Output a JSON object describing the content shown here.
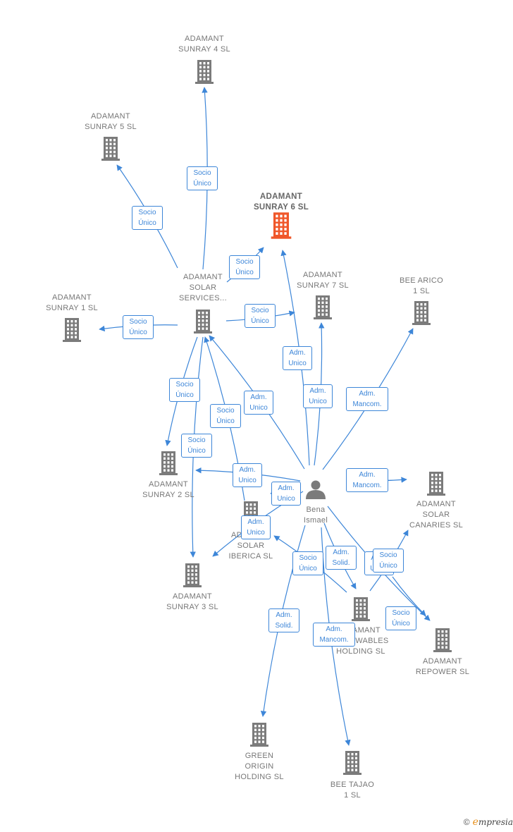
{
  "nodes": [
    {
      "id": "sunray6",
      "label": "ADAMANT\nSUNRAY 6  SL",
      "type": "company",
      "main": true
    },
    {
      "id": "sunray4",
      "label": "ADAMANT\nSUNRAY 4  SL",
      "type": "company"
    },
    {
      "id": "sunray5",
      "label": "ADAMANT\nSUNRAY 5  SL",
      "type": "company"
    },
    {
      "id": "services",
      "label": "ADAMANT\nSOLAR\nSERVICES...",
      "type": "company"
    },
    {
      "id": "sunray1",
      "label": "ADAMANT\nSUNRAY 1  SL",
      "type": "company"
    },
    {
      "id": "sunray7",
      "label": "ADAMANT\nSUNRAY 7  SL",
      "type": "company"
    },
    {
      "id": "beearico",
      "label": "BEE ARICO\n1  SL",
      "type": "company"
    },
    {
      "id": "sunray2",
      "label": "ADAMANT\nSUNRAY 2  SL",
      "type": "company"
    },
    {
      "id": "iberica",
      "label": "ADAMANT\nSOLAR\nIBERICA  SL",
      "type": "company"
    },
    {
      "id": "bena",
      "label": "Bena\nIsmael",
      "type": "person"
    },
    {
      "id": "canaries",
      "label": "ADAMANT\nSOLAR\nCANARIES  SL",
      "type": "company"
    },
    {
      "id": "sunray3",
      "label": "ADAMANT\nSUNRAY 3  SL",
      "type": "company"
    },
    {
      "id": "renewables",
      "label": "ADAMANT\nRENEWABLES\nHOLDING  SL",
      "type": "company"
    },
    {
      "id": "repower",
      "label": "ADAMANT\nREPOWER  SL",
      "type": "company"
    },
    {
      "id": "green",
      "label": "GREEN\nORIGIN\nHOLDING  SL",
      "type": "company"
    },
    {
      "id": "beetajao",
      "label": "BEE TAJAO\n1  SL",
      "type": "company"
    }
  ],
  "edges": [
    {
      "from": "services",
      "to": "sunray4",
      "label": "Socio\nÚnico"
    },
    {
      "from": "services",
      "to": "sunray5",
      "label": "Socio\nÚnico"
    },
    {
      "from": "services",
      "to": "sunray6",
      "label": "Socio\nÚnico"
    },
    {
      "from": "services",
      "to": "sunray1",
      "label": "Socio\nÚnico"
    },
    {
      "from": "services",
      "to": "sunray7",
      "label": "Socio\nÚnico"
    },
    {
      "from": "services",
      "to": "sunray2",
      "label": "Socio\nÚnico"
    },
    {
      "from": "services",
      "to": "sunray3",
      "label": "Socio\nÚnico"
    },
    {
      "from": "iberica",
      "to": "services",
      "label": "Socio\nÚnico"
    },
    {
      "from": "bena",
      "to": "sunray6",
      "label": "Adm.\nUnico"
    },
    {
      "from": "bena",
      "to": "sunray7",
      "label": "Adm.\nUnico"
    },
    {
      "from": "bena",
      "to": "beearico",
      "label": "Adm.\nMancom."
    },
    {
      "from": "bena",
      "to": "services",
      "label": "Adm.\nUnico"
    },
    {
      "from": "bena",
      "to": "sunray2",
      "label": "Adm.\nUnico"
    },
    {
      "from": "bena",
      "to": "iberica",
      "label": "Adm.\nUnico"
    },
    {
      "from": "bena",
      "to": "sunray3",
      "label": "Adm.\nUnico"
    },
    {
      "from": "bena",
      "to": "canaries",
      "label": "Adm.\nMancom."
    },
    {
      "from": "bena",
      "to": "renewables",
      "label": "Adm.\nSolid."
    },
    {
      "from": "bena",
      "to": "repower",
      "label": "Adm.\nUnico"
    },
    {
      "from": "bena",
      "to": "green",
      "label": "Adm.\nSolid."
    },
    {
      "from": "bena",
      "to": "beetajao",
      "label": "Adm.\nMancom."
    },
    {
      "from": "renewables",
      "to": "iberica",
      "label": "Socio\nÚnico"
    },
    {
      "from": "renewables",
      "to": "repower",
      "label": "Socio\nÚnico"
    },
    {
      "from": "renewables",
      "to": "canaries",
      "label": "Socio\nÚnico"
    }
  ],
  "colors": {
    "edge": "#3d86d8",
    "company": "#7b7b7b",
    "main": "#f0572a",
    "person": "#7b7b7b"
  },
  "footer": {
    "copyright": "©",
    "brand_e": "e",
    "brand_rest": "mpresia"
  }
}
